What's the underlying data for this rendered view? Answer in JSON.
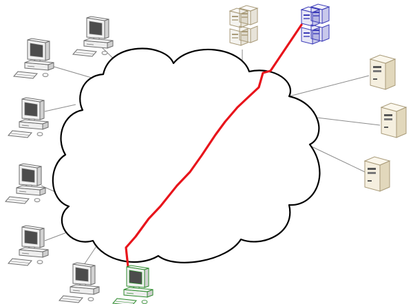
{
  "diagram": {
    "kind": "network cloud",
    "colors": {
      "cloud_stroke": "#000000",
      "cloud_fill": "#ffffff",
      "link_line": "#8a8a8a",
      "highlight_path": "#e8141b",
      "client_default": "#6b6b6b",
      "client_highlight": "#2a8a2a",
      "server_default": "#a89a78",
      "server_highlight": "#3a3ab8"
    },
    "icons": {
      "client": "desktop-computer-icon",
      "server": "tower-server-icon",
      "server_cluster": "server-cluster-icon"
    },
    "clients": [
      {
        "id": "pc-top-left",
        "highlighted": false
      },
      {
        "id": "pc-left-1",
        "highlighted": false
      },
      {
        "id": "pc-left-2",
        "highlighted": false
      },
      {
        "id": "pc-left-3",
        "highlighted": false
      },
      {
        "id": "pc-left-4",
        "highlighted": false
      },
      {
        "id": "pc-bottom-left",
        "highlighted": false
      },
      {
        "id": "pc-bottom-green",
        "highlighted": true
      }
    ],
    "servers": [
      {
        "id": "cluster-top-beige",
        "type": "cluster",
        "highlighted": false
      },
      {
        "id": "cluster-top-blue",
        "type": "cluster",
        "highlighted": true
      },
      {
        "id": "server-right-1",
        "type": "tower",
        "highlighted": false
      },
      {
        "id": "server-right-2",
        "type": "tower",
        "highlighted": false
      },
      {
        "id": "server-right-3",
        "type": "tower",
        "highlighted": false
      }
    ],
    "highlight_route": {
      "from": "pc-bottom-green",
      "to": "cluster-top-blue"
    }
  }
}
